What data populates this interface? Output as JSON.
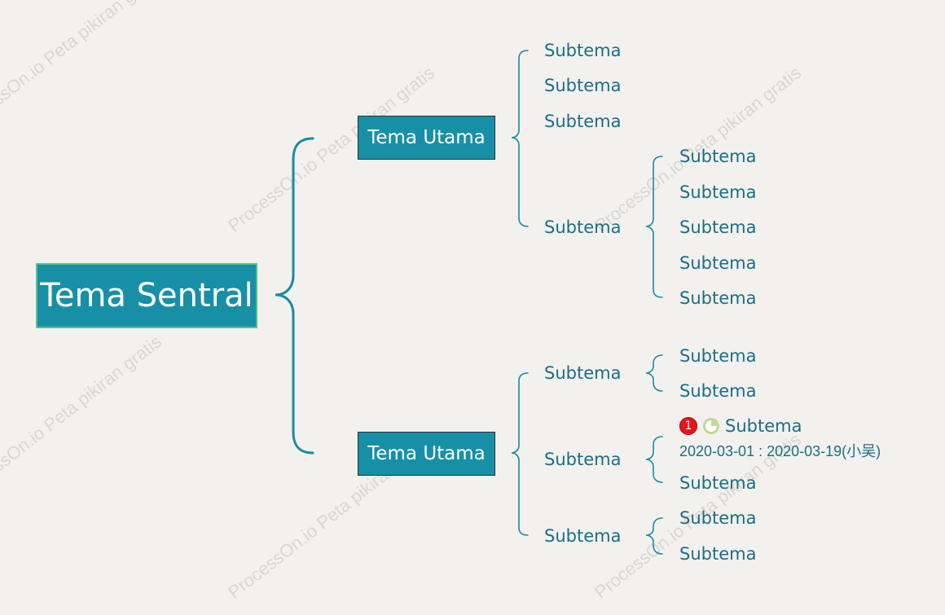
{
  "watermark": "ProcessOn.io Peta pikiran gratis",
  "central_topic": "Tema Sentral",
  "main_topics": [
    {
      "label": "Tema Utama",
      "subtopics": [
        {
          "label": "Subtema",
          "children": []
        },
        {
          "label": "Subtema",
          "children": []
        },
        {
          "label": "Subtema",
          "children": []
        },
        {
          "label": "Subtema",
          "children": [
            "Subtema",
            "Subtema",
            "Subtema",
            "Subtema",
            "Subtema"
          ]
        }
      ]
    },
    {
      "label": "Tema Utama",
      "subtopics": [
        {
          "label": "Subtema",
          "children": [
            "Subtema",
            "Subtema"
          ]
        },
        {
          "label": "Subtema",
          "children": [
            "Subtema",
            "Subtema"
          ]
        },
        {
          "label": "Subtema",
          "children": [
            "Subtema",
            "Subtema"
          ]
        }
      ]
    }
  ],
  "task_node": {
    "priority": "1",
    "progress": 0.25,
    "label": "Subtema",
    "dates": "2020-03-01 : 2020-03-19(小吴)"
  },
  "colors": {
    "background": "#f2f1ee",
    "node_fill": "#1790a7",
    "central_border": "#5cc08a",
    "line": "#1a8aa2",
    "sub_text": "#1b6e88",
    "priority": "#e8141b",
    "progress": "#bfd79a"
  },
  "icons": {
    "priority": "priority-1-icon",
    "progress": "progress-quarter-icon"
  }
}
